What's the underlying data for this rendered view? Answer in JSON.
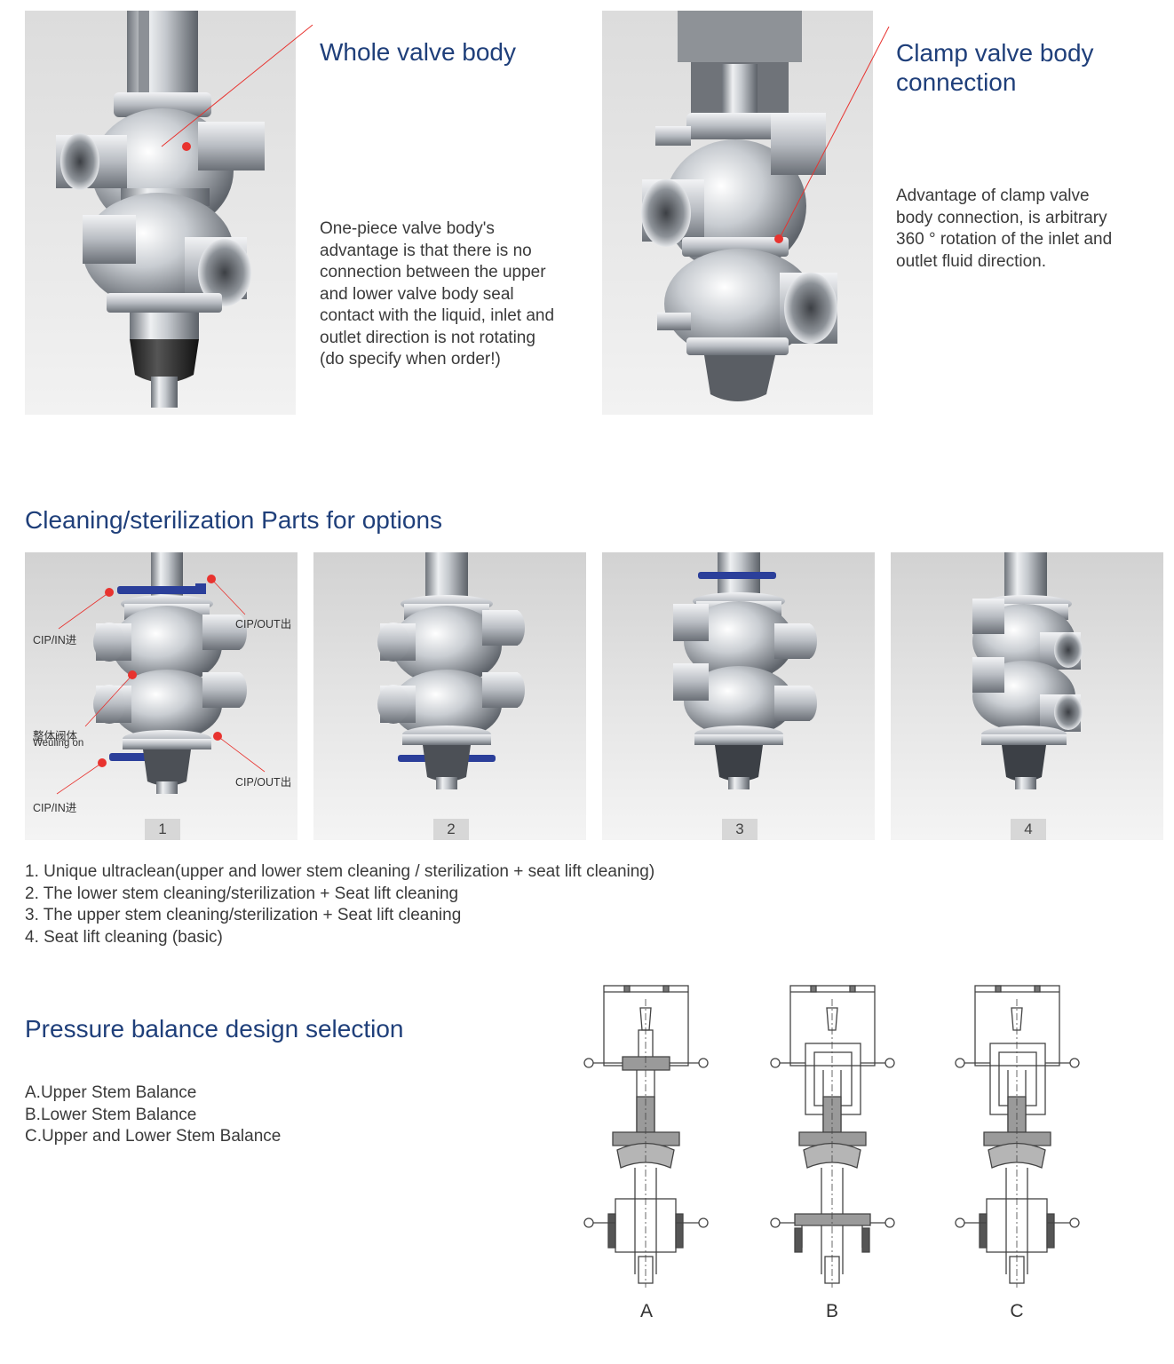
{
  "whole_valve": {
    "title": "Whole valve body",
    "description_lines": [
      "One-piece valve body's",
      "advantage is that there is no",
      "connection between the upper",
      "and lower valve body seal",
      "contact with the liquid, inlet and",
      "outlet direction is not rotating",
      "(do specify when order!)"
    ]
  },
  "clamp_valve": {
    "title_lines": [
      "Clamp valve body",
      "connection"
    ],
    "description_lines": [
      "Advantage of clamp valve",
      "body connection, is arbitrary",
      "360 °   rotation of the inlet and",
      "outlet fluid direction."
    ]
  },
  "cleaning": {
    "title": "Cleaning/sterilization Parts for options",
    "callouts": {
      "cip_in_top": "CIP/IN进",
      "cip_out_top": "CIP/OUT出",
      "body_cn": "整体阀体",
      "body_en": "Weuling on",
      "cip_out_bottom": "CIP/OUT出",
      "cip_in_bottom": "CIP/IN进"
    },
    "panels": [
      "1",
      "2",
      "3",
      "4"
    ],
    "options": [
      "1. Unique ultraclean(upper and lower stem cleaning / sterilization + seat lift cleaning)",
      "2. The lower stem cleaning/sterilization + Seat lift cleaning",
      "3. The upper stem cleaning/sterilization + Seat lift cleaning",
      "4. Seat lift cleaning (basic)"
    ]
  },
  "pressure_balance": {
    "title": "Pressure balance design selection",
    "options": [
      "A.Upper Stem Balance",
      "B.Lower Stem Balance",
      "C.Upper and Lower Stem Balance"
    ],
    "diagram_labels": [
      "A",
      "B",
      "C"
    ]
  },
  "colors": {
    "heading_blue": "#1f3f7a",
    "callout_red": "#e8332f",
    "cip_port_blue": "#2b3f9a",
    "steel": "#b9bec4"
  }
}
